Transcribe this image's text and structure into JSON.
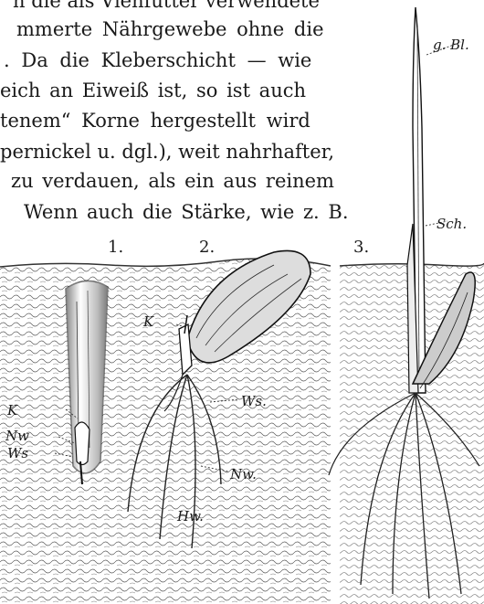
{
  "text_lines": [
    "n die als Viehfutter verwendete",
    "mmerte Nährgewebe ohne die",
    ". Da die Kleberschicht — wie",
    "eich an Eiweiß ist, so ist auch",
    "tenem“ Korne hergestellt wird",
    "pernickel u. dgl.), weit nahrhafter,",
    "zu verdauen, als ein aus reinem",
    "Wenn auch die Stärke, wie z. B."
  ],
  "figure": {
    "numbers": [
      "1.",
      "2.",
      "3."
    ],
    "labels": {
      "gbl": "g. Bl.",
      "sch": "Sch.",
      "k1": "K",
      "nw1": "Nw",
      "ws1": "Ws",
      "k2": "K",
      "ws2": "Ws.",
      "nw2": "Nw.",
      "hw": "Hw."
    }
  }
}
